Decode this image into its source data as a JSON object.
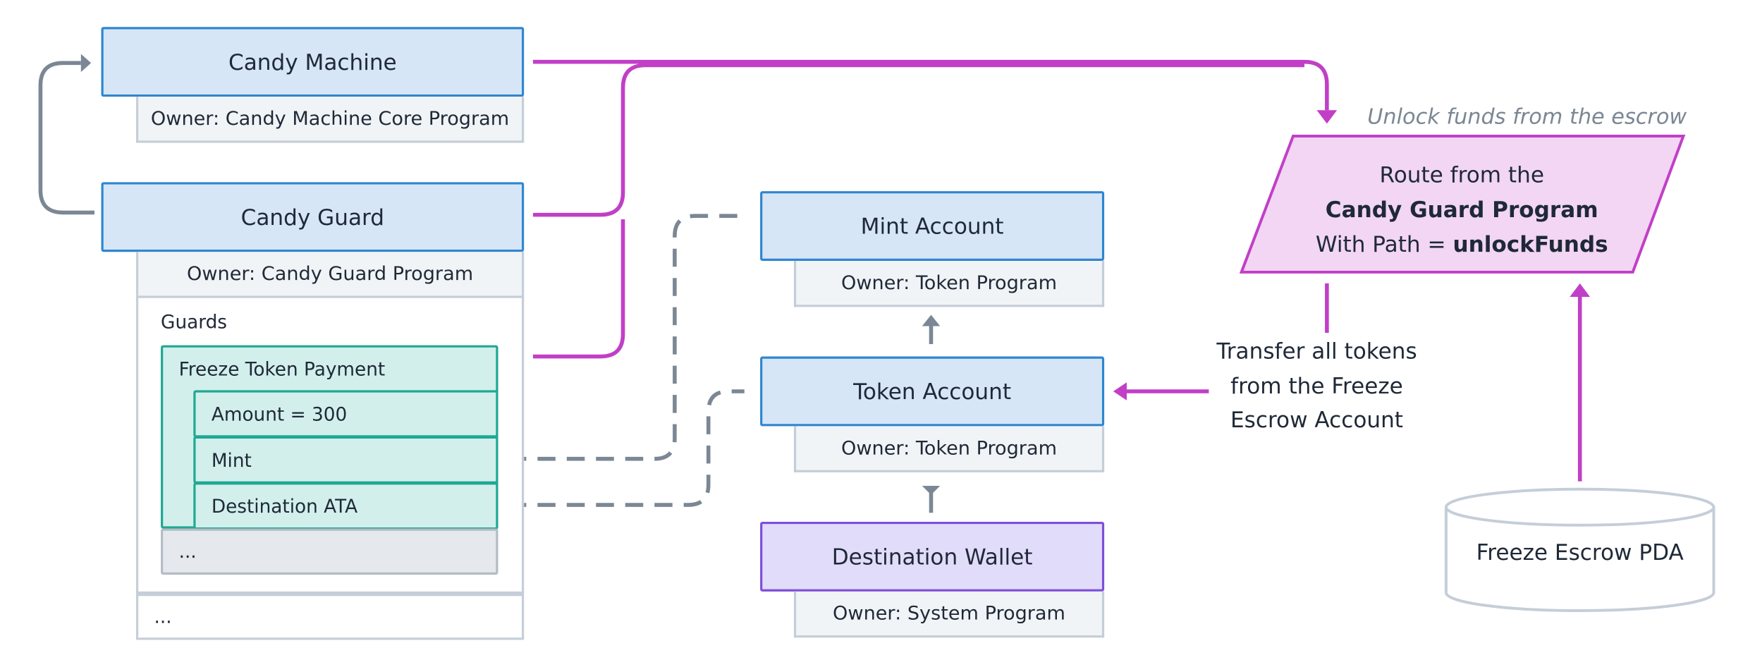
{
  "candy_machine": {
    "title": "Candy Machine",
    "owner": "Owner: Candy Machine Core Program"
  },
  "candy_guard": {
    "title": "Candy Guard",
    "owner": "Owner: Candy Guard Program",
    "guards_label": "Guards",
    "freeze_token_payment": {
      "label": "Freeze Token Payment",
      "fields": [
        "Amount = 300",
        "Mint",
        "Destination ATA"
      ]
    },
    "guards_more": "...",
    "panel_more": "..."
  },
  "mint_account": {
    "title": "Mint Account",
    "owner": "Owner: Token Program"
  },
  "token_account": {
    "title": "Token Account",
    "owner": "Owner: Token Program"
  },
  "destination_wallet": {
    "title": "Destination Wallet",
    "owner": "Owner: System Program"
  },
  "route": {
    "note": "Unlock funds from the escrow",
    "line1": "Route from the",
    "line2": "Candy Guard Program",
    "line3_prefix": "With Path = ",
    "line3_value": "unlockFunds"
  },
  "transfer_label": [
    "Transfer all tokens",
    "from the Freeze",
    "Escrow Account"
  ],
  "freeze_escrow_pda": "Freeze Escrow PDA",
  "colors": {
    "blue_fill": "#d6e6f7",
    "blue_border": "#2f86d0",
    "teal_fill": "#d2efec",
    "teal_border": "#1fa892",
    "purple_fill": "#e2dcfb",
    "purple_border": "#7d4fd8",
    "pink_fill": "#f2d6f3",
    "pink_border": "#c13fc7",
    "magenta_line": "#c13fc7",
    "grey_line": "#7b8794"
  }
}
